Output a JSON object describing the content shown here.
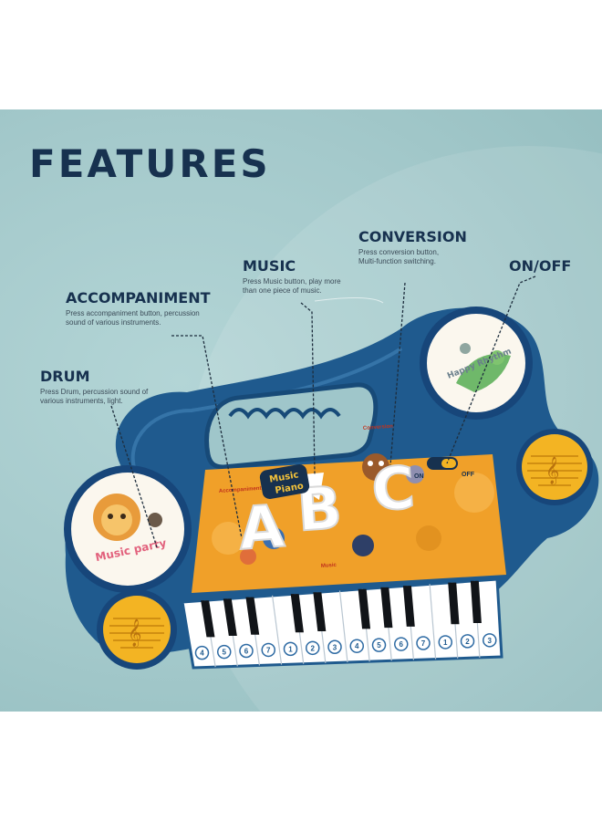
{
  "title": "FEATURES",
  "features": {
    "music": {
      "title": "MUSIC",
      "desc_line1": "Press Music button, play more",
      "desc_line2": "than one piece of music."
    },
    "conversion": {
      "title": "CONVERSION",
      "desc_line1": "Press conversion button,",
      "desc_line2": "Multi-function switching."
    },
    "on_off": {
      "title": "ON/OFF"
    },
    "accompaniment": {
      "title": "ACCOMPANIMENT",
      "desc_line1": "Press accompaniment button, percussion",
      "desc_line2": "sound of various instruments."
    },
    "drum": {
      "title": "DRUM",
      "desc_line1": "Press Drum, percussion sound of",
      "desc_line2": "various instruments, light."
    }
  },
  "toy": {
    "left_drum_label": "Music party",
    "right_drum_label": "Happy Rhythm",
    "logo_line1": "Music",
    "logo_line2": "Piano",
    "panel_accompaniment": "Accompaniment",
    "panel_conversion": "Conversion",
    "panel_music": "Music",
    "panel_on": "ON",
    "panel_off": "OFF",
    "letter_a": "A",
    "letter_b": "B",
    "letter_c": "C",
    "key_numbers": [
      "4",
      "5",
      "6",
      "7",
      "1",
      "2",
      "3",
      "4",
      "5",
      "6",
      "7",
      "1",
      "2",
      "3"
    ]
  },
  "colors": {
    "title": "#17314f",
    "body_blue": "#1f5a8e",
    "panel_orange": "#f0a029",
    "speaker_yellow": "#f3b423",
    "background": "#a4c9cb"
  }
}
